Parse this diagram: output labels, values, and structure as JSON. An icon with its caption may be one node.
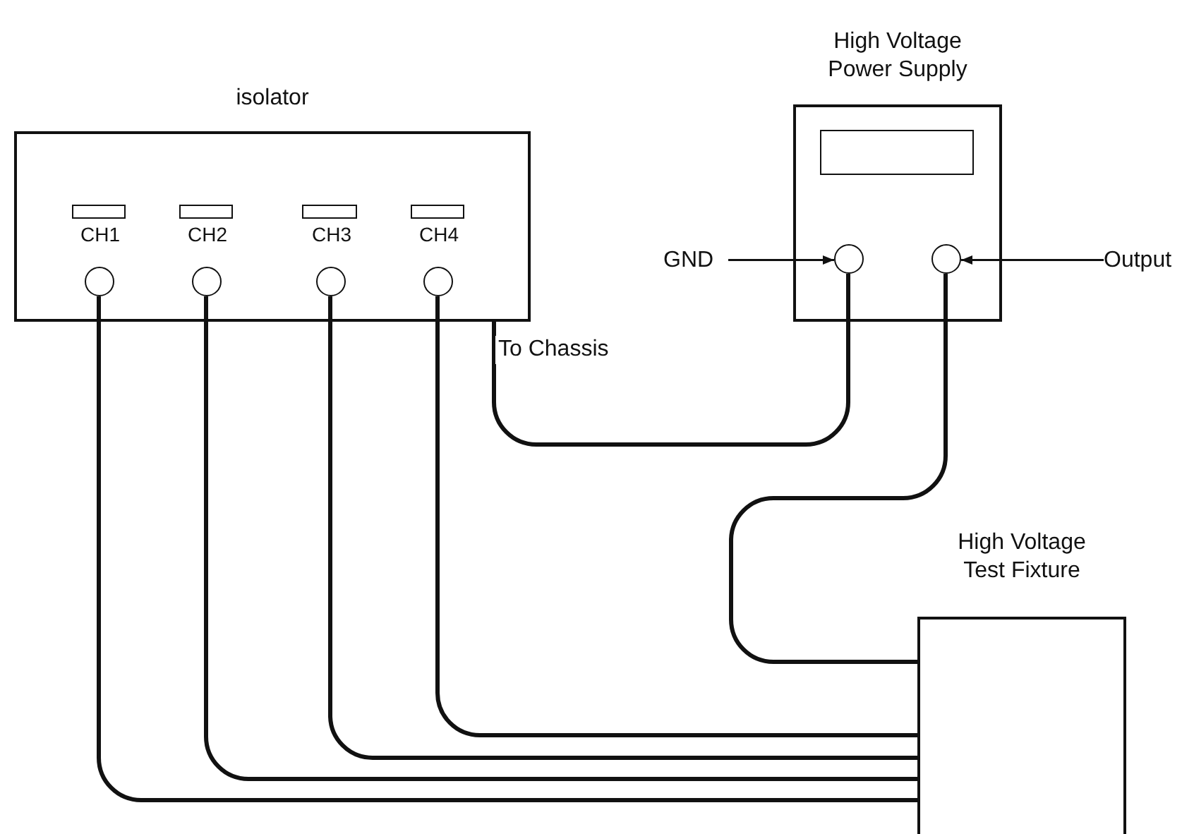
{
  "diagram": {
    "nodes": [
      {
        "text": [
          "isolator"
        ]
      },
      {
        "text": [],
        "shape": "box",
        "in": 0
      },
      {
        "text": [],
        "shape": "box",
        "in": 0
      },
      {
        "text": [],
        "shape": "box",
        "in": 0
      },
      {
        "text": [],
        "shape": "box",
        "in": 0
      },
      {
        "text": [],
        "shape": "circle",
        "in": 0
      },
      {
        "text": [],
        "shape": "circle",
        "in": 0
      },
      {
        "text": [],
        "shape": "circle",
        "in": 0
      },
      {
        "text": [],
        "shape": "circle",
        "in": 0
      },
      {
        "text": [
          "High Voltage Power Supply"
        ]
      },
      {
        "text": [],
        "shape": "box",
        "in": 9
      },
      {
        "text": [
          "GND"
        ]
      },
      {
        "text": [],
        "shape": "circle",
        "in": 9
      },
      {
        "text": [],
        "shape": "circle",
        "in": 9
      },
      {
        "text": [
          "Output"
        ]
      },
      {
        "text": [
          "High Voltage Test Fixture"
        ]
      }
    ],
    "edges": [
      {
        "from": 0,
        "to": 12,
        "arrow": "none",
        "label": "To Chassis"
      },
      {
        "from": 11,
        "to": 12,
        "arrow": "to"
      },
      {
        "from": 14,
        "to": 13,
        "arrow": "to"
      },
      {
        "from": 13,
        "to": 15,
        "arrow": "none"
      },
      {
        "from": 5,
        "to": 15,
        "arrow": "none"
      },
      {
        "from": 6,
        "to": 15,
        "arrow": "none"
      },
      {
        "from": 7,
        "to": 15,
        "arrow": "none"
      },
      {
        "from": 8,
        "to": 15,
        "arrow": "none"
      }
    ],
    "labels": [
      "CH1",
      "CH2",
      "CH3",
      "CH4"
    ]
  }
}
